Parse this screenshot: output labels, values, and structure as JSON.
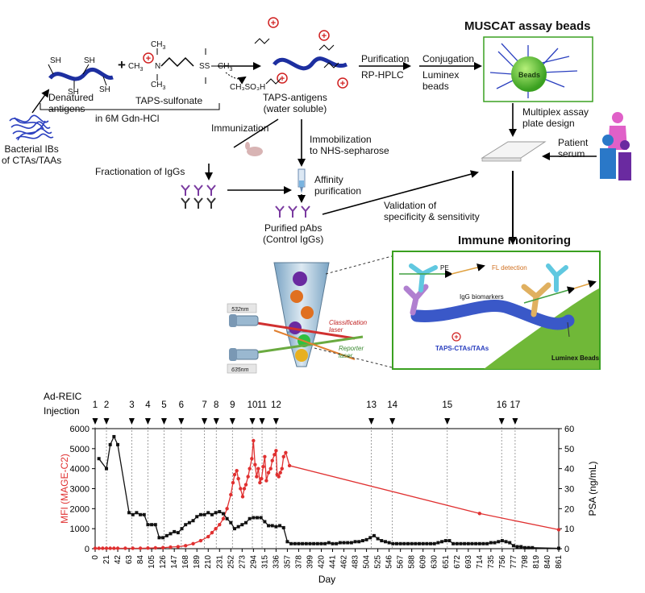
{
  "diagram": {
    "sh": "SH",
    "plus": "+",
    "denatured": "Denatured\nantigens",
    "taps_sulfonate": "TAPS-sulfonate",
    "ch3": "CH",
    "ch3_sub": "3",
    "byproduct": "CH₃SO₃H",
    "in_gdn": "in 6M Gdn-HCl",
    "bacterial": "Bacterial IBs\nof CTAs/TAAs",
    "taps_antigens": "TAPS-antigens\n(water soluble)",
    "purification": "Purification",
    "rp_hplc": "RP-HPLC",
    "conjugation": "Conjugation",
    "luminex": "Luminex\nbeads",
    "muscat_title": "MUSCAT assay beads",
    "beads": "Beads",
    "multiplex": "Multiplex assay\nplate design",
    "patient": "Patient\nserum",
    "immunization": "Immunization",
    "immobilization": "Immobilization\nto NHS-sepharose",
    "fractionation": "Fractionation of IgGs",
    "affinity": "Affinity\npurification",
    "purified": "Purified pAbs\n(Control IgGs)",
    "validation": "Validation of\nspecificity & sensitivity",
    "immune_monitoring": "Immune monitoring",
    "nm532": "532nm",
    "nm635": "635nm",
    "classification": "Classification\nlaser",
    "reporter": "Reporter\nlaser",
    "pe": "PE",
    "fl_detection": "FL detection",
    "igg_biomarkers": "IgG biomarkers",
    "taps_ctas": "TAPS-CTAs/TAAs",
    "luminex_beads": "Luminex Beads"
  },
  "chart_data": {
    "type": "line",
    "header_row1": "Ad-REIC",
    "header_row2": "Injection",
    "injections": [
      {
        "label": "1",
        "day": 0
      },
      {
        "label": "2",
        "day": 21
      },
      {
        "label": "3",
        "day": 68
      },
      {
        "label": "4",
        "day": 98
      },
      {
        "label": "5",
        "day": 128
      },
      {
        "label": "6",
        "day": 160
      },
      {
        "label": "7",
        "day": 203
      },
      {
        "label": "8",
        "day": 225
      },
      {
        "label": "9",
        "day": 255
      },
      {
        "label": "10",
        "day": 292
      },
      {
        "label": "11",
        "day": 310
      },
      {
        "label": "12",
        "day": 336
      },
      {
        "label": "13",
        "day": 513
      },
      {
        "label": "14",
        "day": 552
      },
      {
        "label": "15",
        "day": 654
      },
      {
        "label": "16",
        "day": 755
      },
      {
        "label": "17",
        "day": 780
      }
    ],
    "xlabel": "Day",
    "ylabel_left": "MFI (MAGE-C2)",
    "ylabel_right": "PSA (ng/mL)",
    "xlim": [
      0,
      861
    ],
    "ylim_left": [
      0,
      6000
    ],
    "ylim_right": [
      0,
      60
    ],
    "x_ticks": [
      0,
      21,
      42,
      63,
      84,
      105,
      126,
      147,
      168,
      189,
      210,
      231,
      252,
      273,
      294,
      315,
      336,
      357,
      378,
      399,
      420,
      441,
      462,
      483,
      504,
      525,
      546,
      567,
      588,
      609,
      630,
      651,
      672,
      693,
      714,
      735,
      756,
      777,
      798,
      819,
      840,
      861
    ],
    "y_ticks_left": [
      0,
      1000,
      2000,
      3000,
      4000,
      5000,
      6000
    ],
    "y_ticks_right": [
      0,
      10,
      20,
      30,
      40,
      50,
      60
    ],
    "series": [
      {
        "name": "MFI (MAGE-C2)",
        "color": "#e03030",
        "axis": "left",
        "points": [
          [
            0,
            20
          ],
          [
            7,
            20
          ],
          [
            14,
            20
          ],
          [
            21,
            20
          ],
          [
            28,
            20
          ],
          [
            35,
            20
          ],
          [
            42,
            20
          ],
          [
            56,
            20
          ],
          [
            70,
            20
          ],
          [
            84,
            20
          ],
          [
            98,
            30
          ],
          [
            112,
            40
          ],
          [
            126,
            50
          ],
          [
            140,
            80
          ],
          [
            154,
            100
          ],
          [
            168,
            150
          ],
          [
            182,
            250
          ],
          [
            196,
            400
          ],
          [
            210,
            600
          ],
          [
            217,
            800
          ],
          [
            224,
            1000
          ],
          [
            231,
            1200
          ],
          [
            238,
            1500
          ],
          [
            245,
            2000
          ],
          [
            252,
            2700
          ],
          [
            256,
            3300
          ],
          [
            259,
            3700
          ],
          [
            263,
            3900
          ],
          [
            266,
            3500
          ],
          [
            270,
            3000
          ],
          [
            274,
            2600
          ],
          [
            277,
            3000
          ],
          [
            280,
            3200
          ],
          [
            284,
            3600
          ],
          [
            287,
            4000
          ],
          [
            291,
            4500
          ],
          [
            294,
            5400
          ],
          [
            297,
            4200
          ],
          [
            300,
            3600
          ],
          [
            303,
            4000
          ],
          [
            306,
            3300
          ],
          [
            309,
            3500
          ],
          [
            312,
            4100
          ],
          [
            315,
            4600
          ],
          [
            318,
            3400
          ],
          [
            322,
            3800
          ],
          [
            326,
            4000
          ],
          [
            329,
            4400
          ],
          [
            333,
            4700
          ],
          [
            336,
            4900
          ],
          [
            338,
            3700
          ],
          [
            341,
            3600
          ],
          [
            344,
            3800
          ],
          [
            347,
            4000
          ],
          [
            350,
            4600
          ],
          [
            354,
            4800
          ],
          [
            361,
            4150
          ],
          [
            714,
            1760
          ],
          [
            861,
            950
          ]
        ]
      },
      {
        "name": "PSA (ng/mL)",
        "color": "#111111",
        "axis": "right",
        "points": [
          [
            7,
            45
          ],
          [
            21,
            40
          ],
          [
            28,
            52
          ],
          [
            35,
            56
          ],
          [
            42,
            52
          ],
          [
            63,
            18
          ],
          [
            70,
            17
          ],
          [
            77,
            18
          ],
          [
            84,
            17
          ],
          [
            91,
            17
          ],
          [
            98,
            12
          ],
          [
            105,
            12
          ],
          [
            112,
            12
          ],
          [
            119,
            5.5
          ],
          [
            126,
            5.5
          ],
          [
            133,
            6.5
          ],
          [
            140,
            7.5
          ],
          [
            147,
            8.5
          ],
          [
            154,
            8
          ],
          [
            161,
            10
          ],
          [
            168,
            12
          ],
          [
            175,
            13
          ],
          [
            182,
            14
          ],
          [
            189,
            16
          ],
          [
            196,
            17
          ],
          [
            203,
            17
          ],
          [
            210,
            18
          ],
          [
            217,
            17
          ],
          [
            224,
            18
          ],
          [
            231,
            18.5
          ],
          [
            238,
            17.5
          ],
          [
            245,
            15
          ],
          [
            252,
            13
          ],
          [
            259,
            10
          ],
          [
            266,
            11
          ],
          [
            273,
            12
          ],
          [
            280,
            13
          ],
          [
            287,
            15
          ],
          [
            294,
            15.5
          ],
          [
            301,
            15.5
          ],
          [
            308,
            15.5
          ],
          [
            315,
            13.5
          ],
          [
            322,
            11.5
          ],
          [
            329,
            11.5
          ],
          [
            336,
            11
          ],
          [
            343,
            11.5
          ],
          [
            350,
            10.5
          ],
          [
            357,
            3.5
          ],
          [
            364,
            2.5
          ],
          [
            371,
            2.5
          ],
          [
            378,
            2.5
          ],
          [
            385,
            2.5
          ],
          [
            392,
            2.5
          ],
          [
            399,
            2.5
          ],
          [
            406,
            2.5
          ],
          [
            413,
            2.5
          ],
          [
            420,
            2.5
          ],
          [
            427,
            2.5
          ],
          [
            434,
            3
          ],
          [
            441,
            2.5
          ],
          [
            448,
            2.5
          ],
          [
            455,
            3
          ],
          [
            462,
            3
          ],
          [
            469,
            3
          ],
          [
            476,
            3
          ],
          [
            483,
            3.5
          ],
          [
            490,
            3.5
          ],
          [
            497,
            4
          ],
          [
            504,
            4.5
          ],
          [
            511,
            5.5
          ],
          [
            518,
            6.5
          ],
          [
            525,
            5
          ],
          [
            532,
            4
          ],
          [
            539,
            3.5
          ],
          [
            546,
            3
          ],
          [
            553,
            2.5
          ],
          [
            560,
            2.5
          ],
          [
            567,
            2.5
          ],
          [
            574,
            2.5
          ],
          [
            581,
            2.5
          ],
          [
            588,
            2.5
          ],
          [
            595,
            2.5
          ],
          [
            602,
            2.5
          ],
          [
            609,
            2.5
          ],
          [
            616,
            2.5
          ],
          [
            623,
            2.5
          ],
          [
            630,
            2.5
          ],
          [
            637,
            3
          ],
          [
            644,
            3.5
          ],
          [
            651,
            4
          ],
          [
            658,
            4
          ],
          [
            665,
            2.5
          ],
          [
            672,
            2.5
          ],
          [
            679,
            2.5
          ],
          [
            686,
            2.5
          ],
          [
            693,
            2.5
          ],
          [
            700,
            2.5
          ],
          [
            707,
            2.5
          ],
          [
            714,
            2.5
          ],
          [
            721,
            2.5
          ],
          [
            728,
            2.5
          ],
          [
            735,
            3
          ],
          [
            742,
            3
          ],
          [
            749,
            3.5
          ],
          [
            756,
            4
          ],
          [
            763,
            3.5
          ],
          [
            770,
            3
          ],
          [
            777,
            1.5
          ],
          [
            784,
            1
          ],
          [
            791,
            1
          ],
          [
            798,
            0.5
          ],
          [
            805,
            0.5
          ],
          [
            812,
            0.5
          ],
          [
            861,
            0.2
          ]
        ]
      }
    ]
  }
}
